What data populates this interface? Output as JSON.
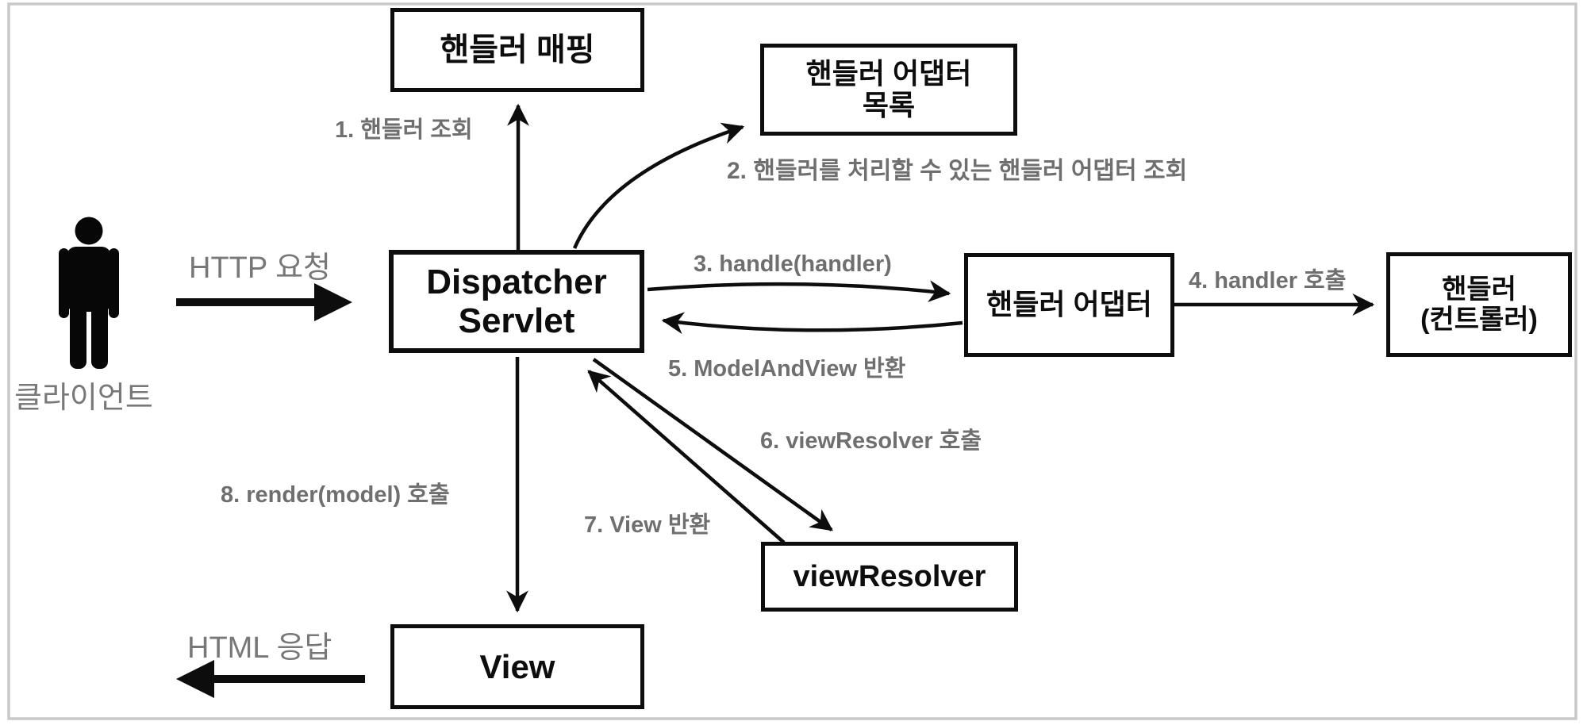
{
  "diagram": {
    "boxes": {
      "handler_mapping": {
        "label": "핸들러 매핑"
      },
      "handler_adapter_list": {
        "line1": "핸들러 어댑터",
        "line2": "목록"
      },
      "dispatcher_servlet": {
        "line1": "Dispatcher",
        "line2": "Servlet"
      },
      "handler_adapter": {
        "label": "핸들러 어댑터"
      },
      "handler_controller": {
        "line1": "핸들러",
        "line2": "(컨트롤러)"
      },
      "view_resolver": {
        "label": "viewResolver"
      },
      "view": {
        "label": "View"
      }
    },
    "steps": {
      "s1": "1. 핸들러 조회",
      "s2": "2. 핸들러를 처리할 수 있는 핸들러 어댑터 조회",
      "s3": "3. handle(handler)",
      "s4": "4. handler 호출",
      "s5": "5. ModelAndView 반환",
      "s6": "6. viewResolver 호출",
      "s7": "7. View 반환",
      "s8": "8. render(model) 호출"
    },
    "actor": {
      "label": "클라이언트",
      "request_label": "HTTP 요청",
      "response_label": "HTML 응답"
    },
    "colors": {
      "box_border": "#0d0d0d",
      "arrow_black": "#0d0d0d",
      "step_label_gray": "#6f6f6f",
      "side_text_gray": "#787878",
      "canvas_border_gray": "#c9c9c9"
    }
  }
}
